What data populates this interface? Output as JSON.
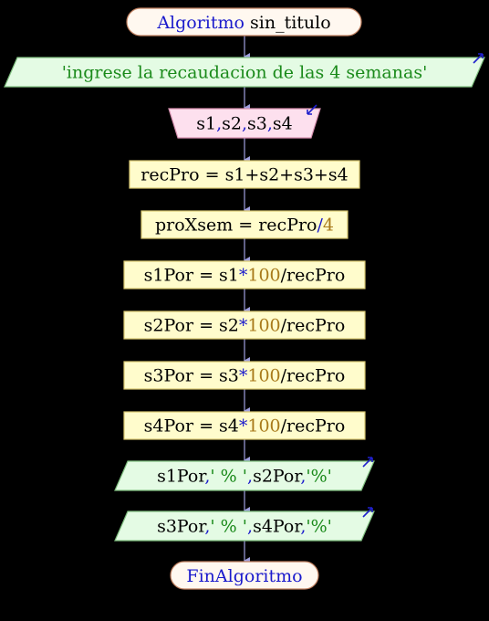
{
  "diagram": {
    "start": {
      "keyword": "Algoritmo",
      "name": "sin_titulo"
    },
    "end": {
      "keyword": "FinAlgoritmo"
    },
    "nodes": [
      {
        "kind": "output",
        "parts": [
          {
            "t": "'ingrese la recaudacion de las 4 semanas'",
            "c": "str"
          }
        ]
      },
      {
        "kind": "input",
        "parts": [
          {
            "t": "s1",
            "c": "tx"
          },
          {
            "t": ",",
            "c": "op"
          },
          {
            "t": "s2",
            "c": "tx"
          },
          {
            "t": ",",
            "c": "op"
          },
          {
            "t": "s3",
            "c": "tx"
          },
          {
            "t": ",",
            "c": "op"
          },
          {
            "t": "s4",
            "c": "tx"
          }
        ]
      },
      {
        "kind": "process",
        "parts": [
          {
            "t": "recPro = s1+s2+s3+s4",
            "c": "tx"
          }
        ]
      },
      {
        "kind": "process",
        "parts": [
          {
            "t": "proXsem = recPro",
            "c": "tx"
          },
          {
            "t": "/",
            "c": "op"
          },
          {
            "t": "4",
            "c": "num"
          }
        ]
      },
      {
        "kind": "process",
        "parts": [
          {
            "t": "s1Por = s1",
            "c": "tx"
          },
          {
            "t": "*",
            "c": "op"
          },
          {
            "t": "100",
            "c": "num"
          },
          {
            "t": "/recPro",
            "c": "tx"
          }
        ]
      },
      {
        "kind": "process",
        "parts": [
          {
            "t": "s2Por = s2",
            "c": "tx"
          },
          {
            "t": "*",
            "c": "op"
          },
          {
            "t": "100",
            "c": "num"
          },
          {
            "t": "/recPro",
            "c": "tx"
          }
        ]
      },
      {
        "kind": "process",
        "parts": [
          {
            "t": "s3Por = s3",
            "c": "tx"
          },
          {
            "t": "*",
            "c": "op"
          },
          {
            "t": "100",
            "c": "num"
          },
          {
            "t": "/recPro",
            "c": "tx"
          }
        ]
      },
      {
        "kind": "process",
        "parts": [
          {
            "t": "s4Por = s4",
            "c": "tx"
          },
          {
            "t": "*",
            "c": "op"
          },
          {
            "t": "100",
            "c": "num"
          },
          {
            "t": "/recPro",
            "c": "tx"
          }
        ]
      },
      {
        "kind": "output",
        "parts": [
          {
            "t": "s1Por",
            "c": "tx"
          },
          {
            "t": ",",
            "c": "op"
          },
          {
            "t": "' % '",
            "c": "str"
          },
          {
            "t": ",",
            "c": "op"
          },
          {
            "t": "s2Por",
            "c": "tx"
          },
          {
            "t": ",",
            "c": "op"
          },
          {
            "t": "'%'",
            "c": "str"
          }
        ]
      },
      {
        "kind": "output",
        "parts": [
          {
            "t": "s3Por",
            "c": "tx"
          },
          {
            "t": ",",
            "c": "op"
          },
          {
            "t": "' % '",
            "c": "str"
          },
          {
            "t": ",",
            "c": "op"
          },
          {
            "t": "s4Por",
            "c": "tx"
          },
          {
            "t": ",",
            "c": "op"
          },
          {
            "t": "'%'",
            "c": "str"
          }
        ]
      }
    ],
    "colors": {
      "background": "#000000",
      "terminal_fill": "#fff8f0",
      "terminal_stroke": "#c08060",
      "output_fill": "#e4fbe4",
      "output_stroke": "#80c080",
      "input_fill": "#fde0ee",
      "input_stroke": "#d890b0",
      "process_fill": "#fffccc",
      "process_stroke": "#d8c870",
      "connector": "#a0a0e0",
      "arrow_icon": "#2020cc"
    }
  }
}
